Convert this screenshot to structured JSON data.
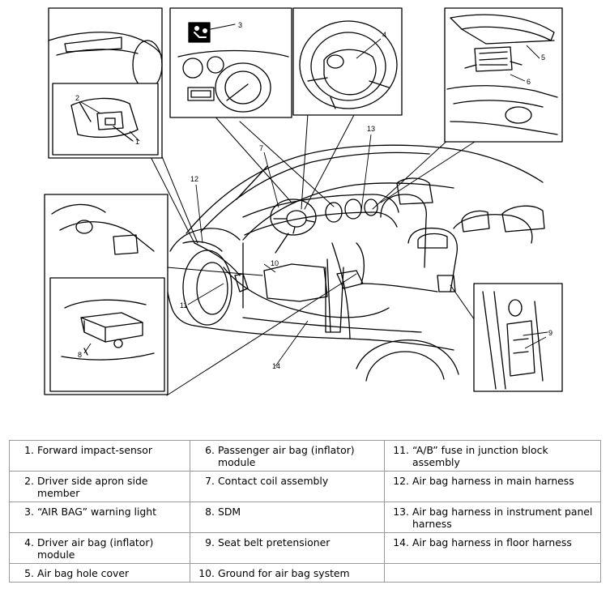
{
  "callouts": [
    "1",
    "2",
    "3",
    "4",
    "5",
    "6",
    "7",
    "8",
    "9",
    "10",
    "11",
    "12",
    "13",
    "14"
  ],
  "legend": [
    [
      {
        "num": "1.",
        "text": "Forward impact-sensor"
      },
      {
        "num": "6.",
        "text": "Passenger air bag (inflator) module"
      },
      {
        "num": "11.",
        "text": "“A/B” fuse in junction block assembly"
      }
    ],
    [
      {
        "num": "2.",
        "text": "Driver side apron side member"
      },
      {
        "num": "7.",
        "text": "Contact coil assembly"
      },
      {
        "num": "12.",
        "text": "Air bag harness in main harness"
      }
    ],
    [
      {
        "num": "3.",
        "text": "“AIR BAG” warning light"
      },
      {
        "num": "8.",
        "text": "SDM"
      },
      {
        "num": "13.",
        "text": "Air bag harness in instrument panel harness"
      }
    ],
    [
      {
        "num": "4.",
        "text": "Driver air bag (inflator) module"
      },
      {
        "num": "9.",
        "text": "Seat belt pretensioner"
      },
      {
        "num": "14.",
        "text": "Air bag harness in floor harness"
      }
    ],
    [
      {
        "num": "5.",
        "text": "Air bag hole cover"
      },
      {
        "num": "10.",
        "text": "Ground for air bag system"
      },
      {
        "num": "",
        "text": ""
      }
    ]
  ]
}
